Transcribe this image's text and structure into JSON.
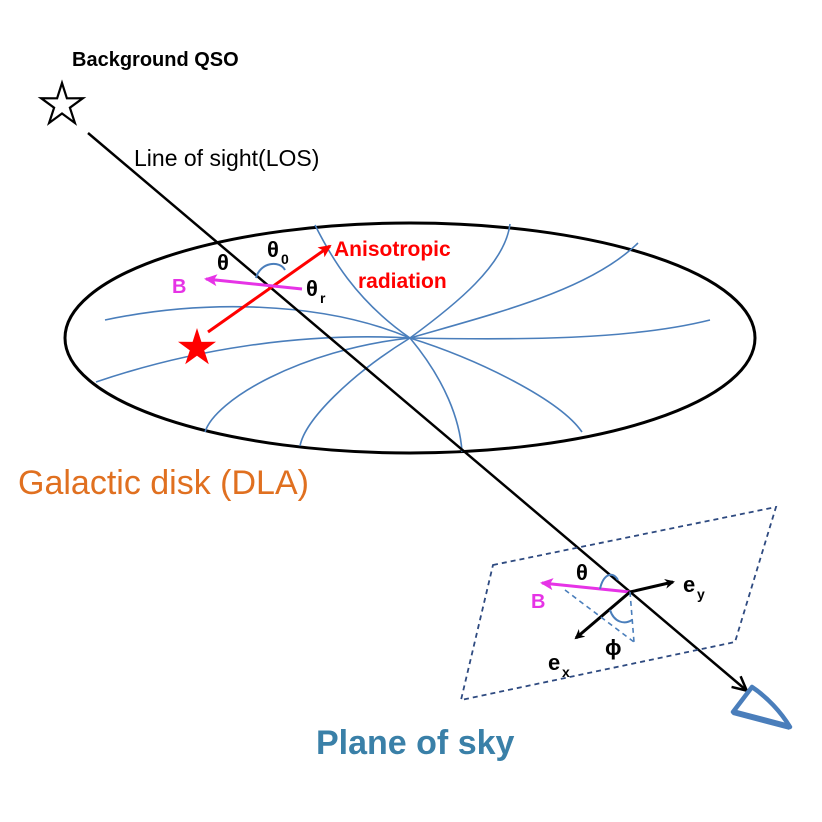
{
  "labels": {
    "background_qso": "Background QSO",
    "line_of_sight": "Line of sight(LOS)",
    "theta": "θ",
    "theta_0_base": "θ",
    "theta_0_sub": "0",
    "theta_r_base": "θ",
    "theta_r_sub": "r",
    "b_vector": "B",
    "anisotropic_line1": "Anisotropic",
    "anisotropic_line2": "radiation",
    "galactic_disk": "Galactic disk (DLA)",
    "sky_theta": "θ",
    "sky_b_vector": "B",
    "e_y_base": "e",
    "e_y_sub": "y",
    "e_x_base": "e",
    "e_x_sub": "x",
    "phi": "ϕ",
    "plane_of_sky": "Plane of sky"
  },
  "colors": {
    "line": "#000000",
    "spiral_arms": "#4a7ebb",
    "magnetic_field": "#e633e6",
    "radiation": "#ff0000",
    "galactic_disk_label": "#e07020",
    "plane_of_sky_label": "#3a80a8",
    "sky_plane_dash": "#2e4a80"
  },
  "icons": {
    "qso": "star-outline-icon",
    "source": "star-filled-icon",
    "observer": "eye-icon"
  }
}
